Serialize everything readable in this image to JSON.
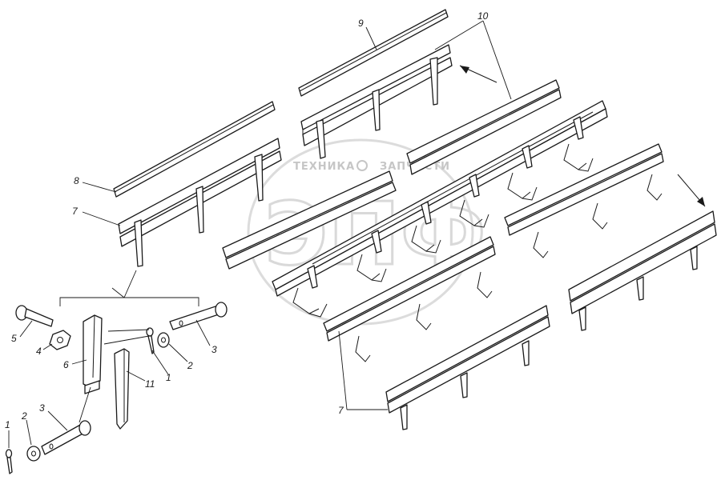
{
  "watermark": {
    "text_left": "ТЕХНИКА",
    "text_right": "ЗАПЧАСТИ",
    "big_letters": "ЭПФ"
  },
  "callouts": [
    {
      "id": "c9",
      "text": "9"
    },
    {
      "id": "c10",
      "text": "10"
    },
    {
      "id": "c8",
      "text": "8"
    },
    {
      "id": "c7a",
      "text": "7"
    },
    {
      "id": "c7b",
      "text": "7"
    },
    {
      "id": "c5",
      "text": "5"
    },
    {
      "id": "c4",
      "text": "4"
    },
    {
      "id": "c6",
      "text": "6"
    },
    {
      "id": "c1a",
      "text": "1"
    },
    {
      "id": "c2a",
      "text": "2"
    },
    {
      "id": "c3a",
      "text": "3"
    },
    {
      "id": "c11",
      "text": "11"
    },
    {
      "id": "c1b",
      "text": "1"
    },
    {
      "id": "c2b",
      "text": "2"
    },
    {
      "id": "c3b",
      "text": "3"
    }
  ]
}
